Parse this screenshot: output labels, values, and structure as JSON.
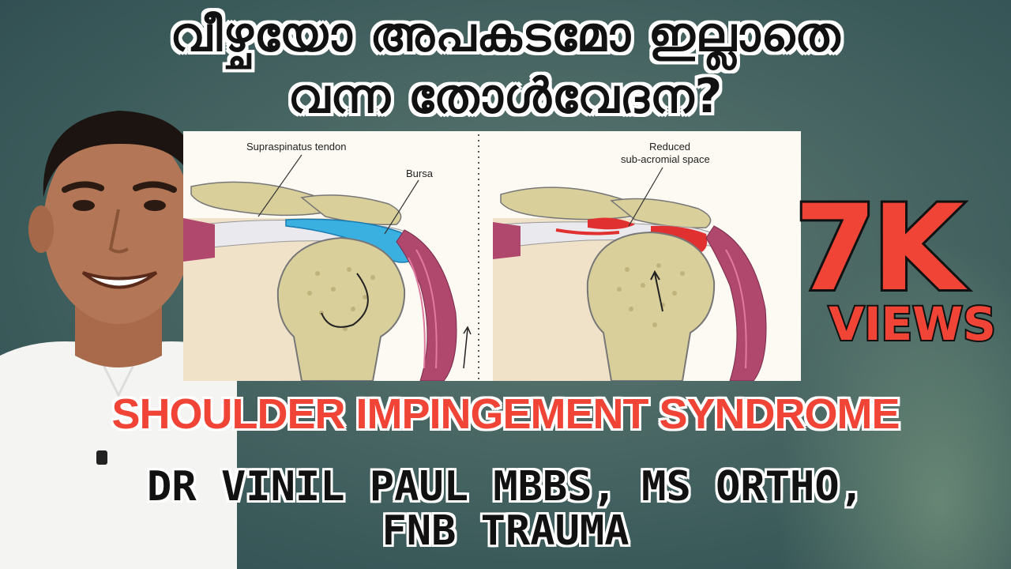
{
  "headline": {
    "line1": "വീഴ്ചയോ അപകടമോ ഇല്ലാതെ",
    "line2": "വന്ന തോൾവേദന?"
  },
  "diagram": {
    "left_label_1": "Supraspinatus tendon",
    "left_label_2": "Bursa",
    "right_label_1": "Reduced",
    "right_label_2": "sub-acromial space"
  },
  "views_badge": {
    "count": "7K",
    "label": "VIEWS",
    "color": "#f04536"
  },
  "topic": "SHOULDER IMPINGEMENT SYNDROME",
  "presenter": {
    "line1": "DR VINIL PAUL MBBS, MS ORTHO,",
    "line2": "FNB TRAUMA"
  },
  "colors": {
    "background": "#4d6a66",
    "accent_red": "#f04536",
    "bursa_blue": "#3ab0e0",
    "muscle": "#b0486e",
    "bone": "#d9cf9a"
  }
}
